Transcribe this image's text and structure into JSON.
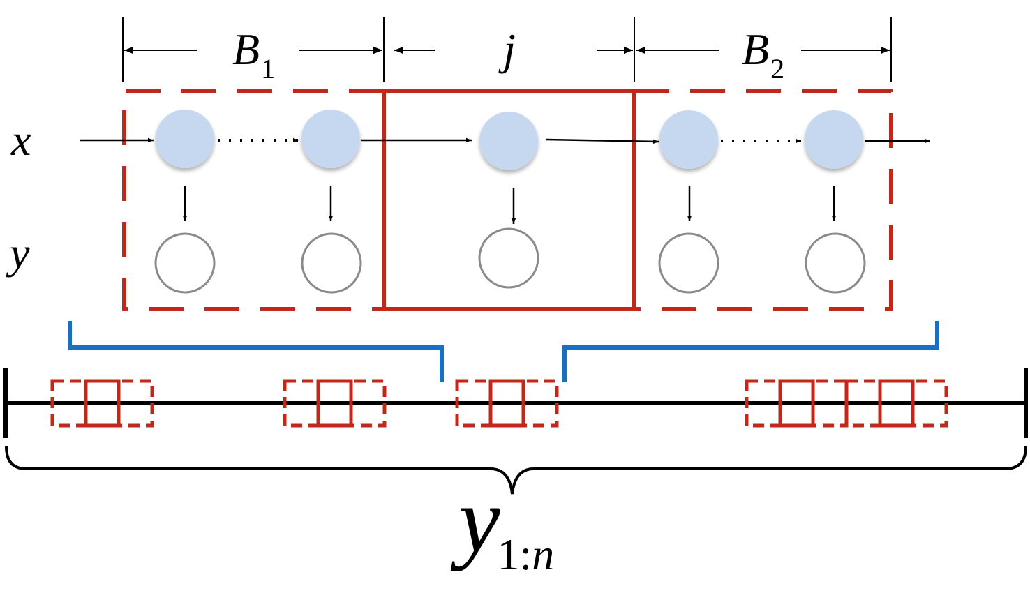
{
  "labels": {
    "block1": {
      "main": "B",
      "sub": "1"
    },
    "center": "j",
    "block2": {
      "main": "B",
      "sub": "2"
    },
    "row_x": "x",
    "row_y": "y",
    "bottom": {
      "main": "y",
      "sub_num": "1:",
      "sub_var": "n"
    }
  },
  "colors": {
    "red": "#c0281a",
    "blue": "#1a6fc0",
    "node_fill": "#c6d8ef",
    "node_outline": "#8a8a8a",
    "black": "#000000"
  }
}
